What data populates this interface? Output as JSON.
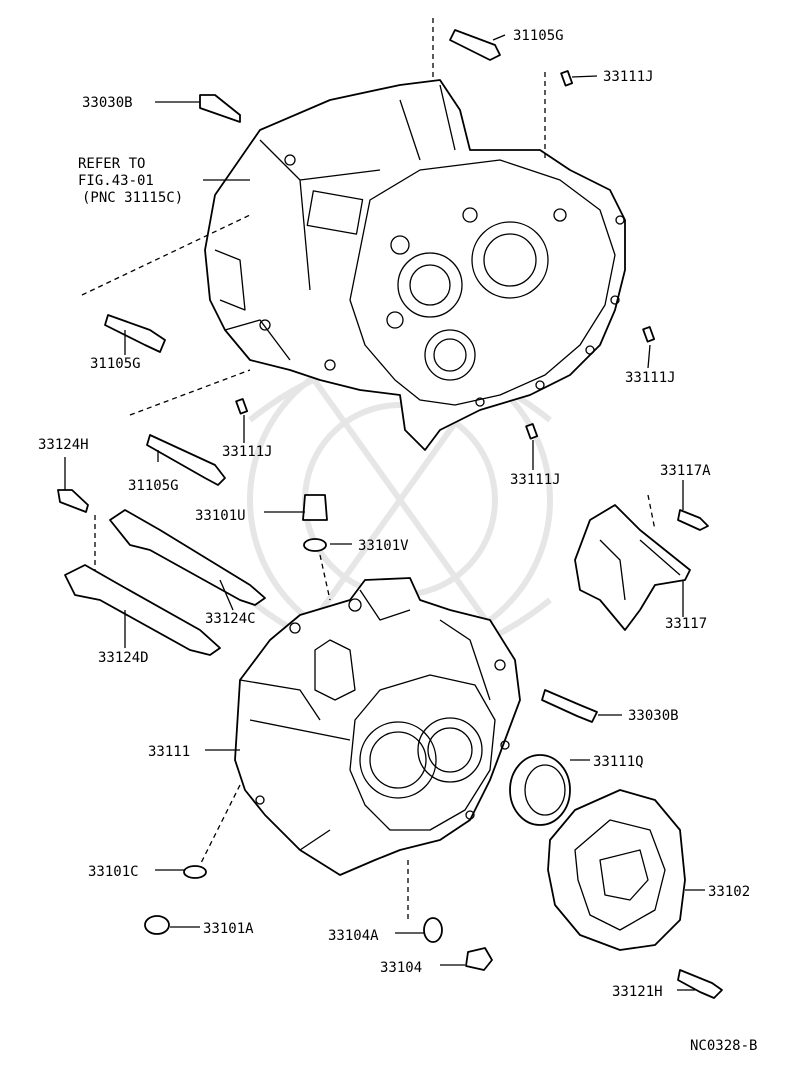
{
  "diagram": {
    "code": "NC0328-B",
    "refer_note": [
      "REFER TO",
      "FIG.43-01",
      "(PNC 31115C)"
    ],
    "labels": {
      "l_31105G_top": "31105G",
      "l_33111J_top": "33111J",
      "l_33030B_top": "33030B",
      "l_31105G_left": "31105G",
      "l_33111J_right": "33111J",
      "l_33111J_mid": "33111J",
      "l_33111J_low": "33111J",
      "l_33124H": "33124H",
      "l_31105G_low": "31105G",
      "l_33117A": "33117A",
      "l_33101U": "33101U",
      "l_33101V": "33101V",
      "l_33124C": "33124C",
      "l_33117": "33117",
      "l_33124D": "33124D",
      "l_33030B_low": "33030B",
      "l_33111": "33111",
      "l_33111Q": "33111Q",
      "l_33102": "33102",
      "l_33101C": "33101C",
      "l_33101A": "33101A",
      "l_33104A": "33104A",
      "l_33104": "33104",
      "l_33121H": "33121H"
    }
  }
}
